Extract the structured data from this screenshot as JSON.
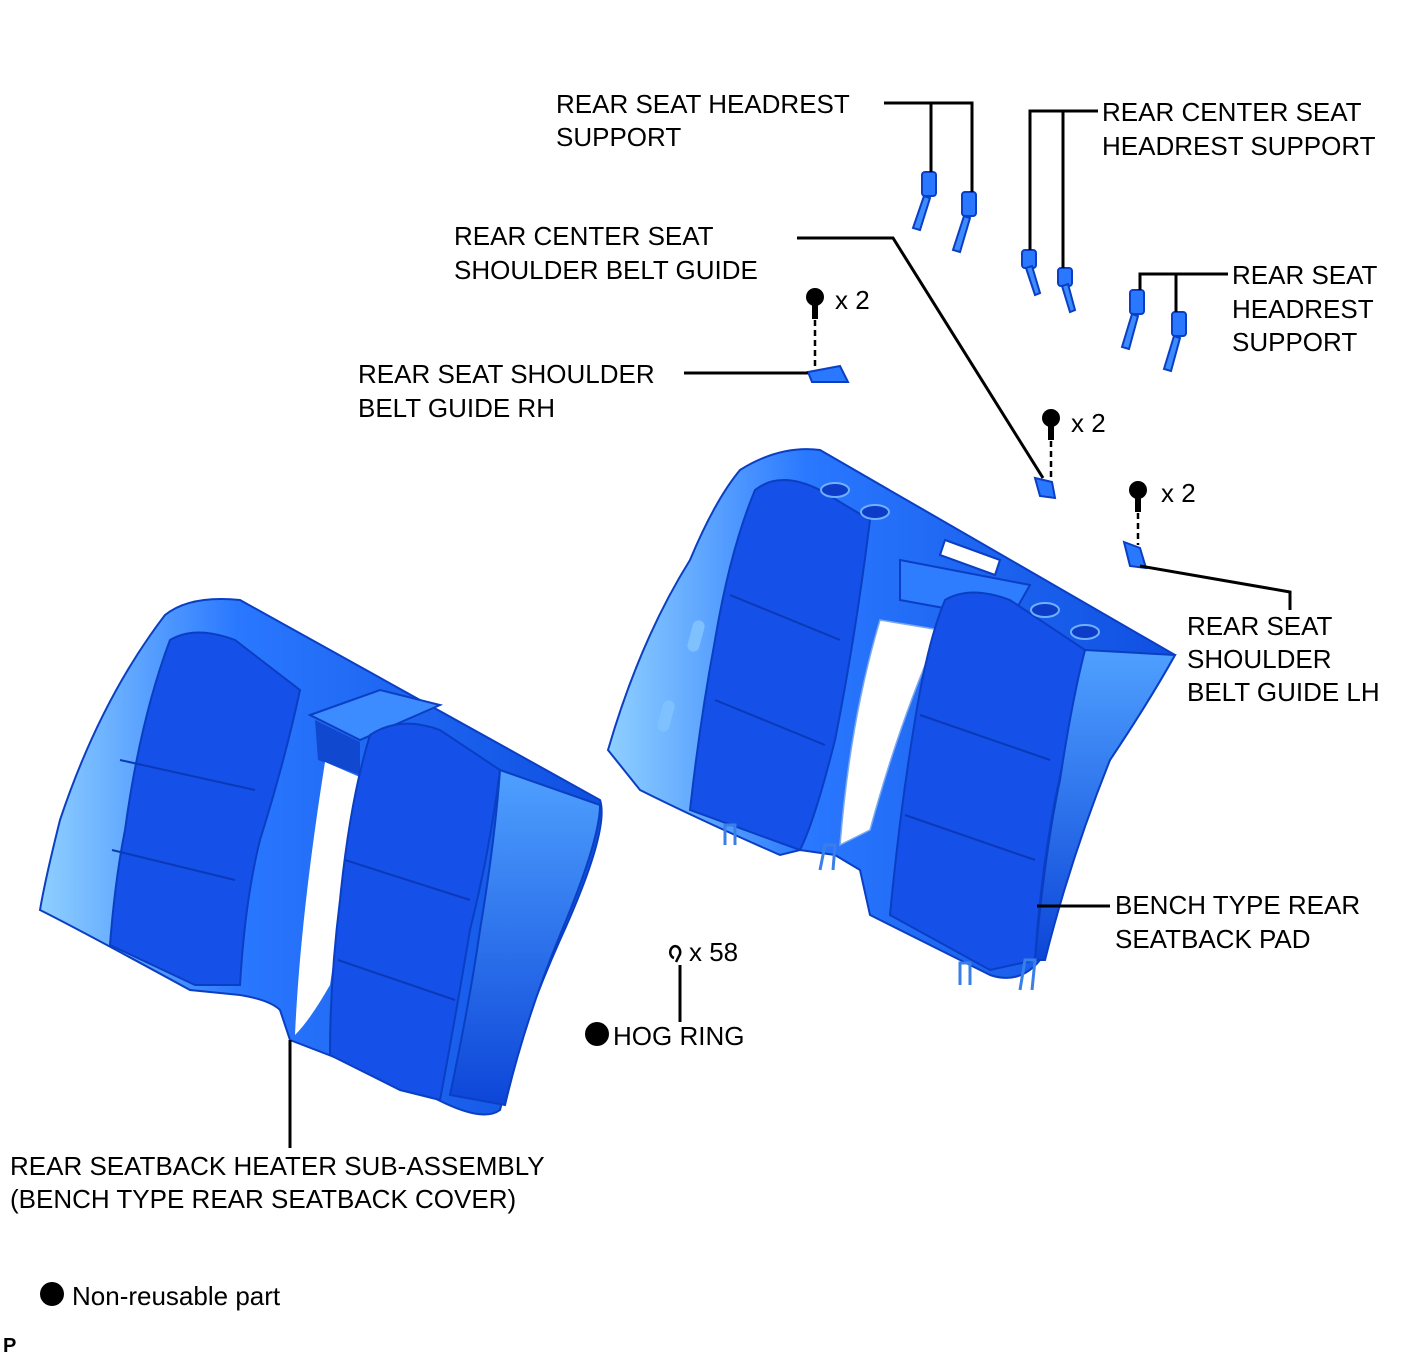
{
  "labels": {
    "headrest_support_rh": [
      "REAR SEAT HEADREST",
      "SUPPORT"
    ],
    "center_headrest_support": [
      "REAR CENTER SEAT",
      "HEADREST SUPPORT"
    ],
    "center_belt_guide": [
      "REAR CENTER SEAT",
      "SHOULDER BELT GUIDE"
    ],
    "headrest_support_lh": [
      "REAR SEAT",
      "HEADREST",
      "SUPPORT"
    ],
    "belt_guide_rh": [
      "REAR SEAT SHOULDER",
      "BELT GUIDE RH"
    ],
    "belt_guide_lh": [
      "REAR SEAT",
      "SHOULDER",
      "BELT GUIDE LH"
    ],
    "seatback_pad": [
      "BENCH TYPE REAR",
      "SEATBACK PAD"
    ],
    "hog_ring": "HOG RING",
    "heater_sub_assembly": [
      "REAR SEATBACK HEATER SUB-ASSEMBLY",
      "(BENCH TYPE REAR SEATBACK COVER)"
    ]
  },
  "quantities": {
    "screw_rh": "x 2",
    "screw_center": "x 2",
    "screw_lh": "x 2",
    "hog_ring": "x 58"
  },
  "legend": {
    "non_reusable": "Non-reusable part"
  },
  "corner_code": "P",
  "colors": {
    "part_blue": "#1a5cf0",
    "part_light": "#6fb0ff",
    "part_dark": "#0a3fc4",
    "line": "#000000"
  }
}
